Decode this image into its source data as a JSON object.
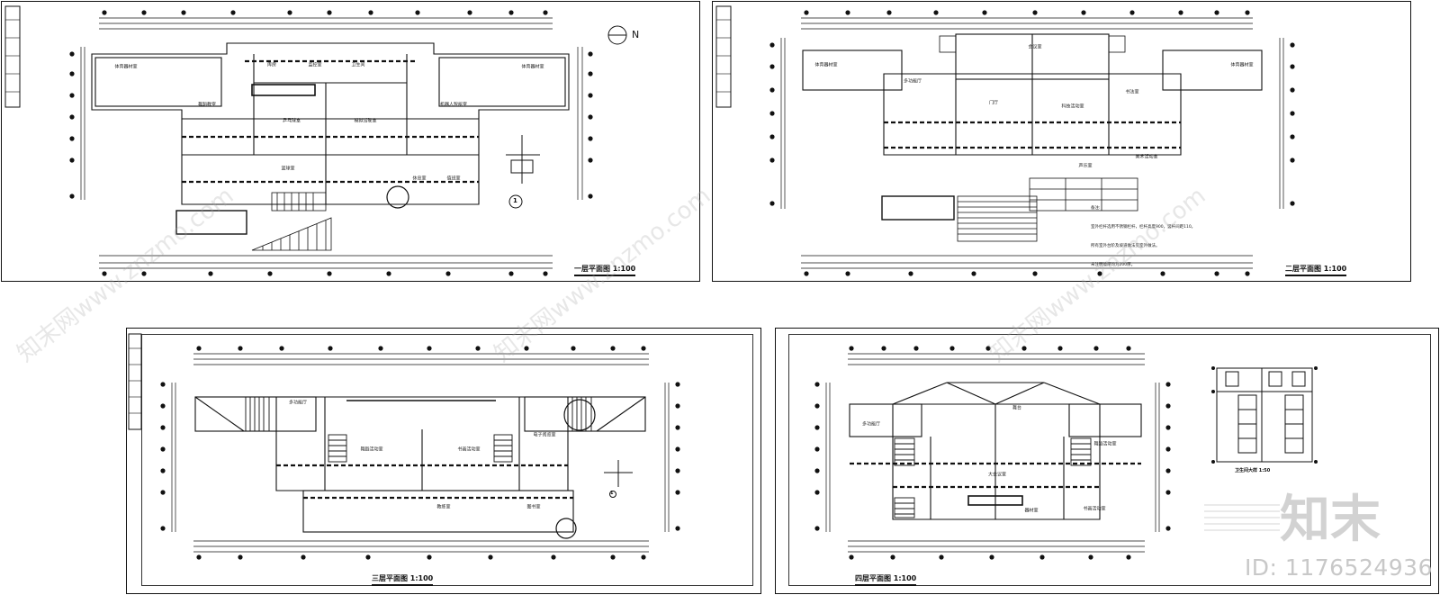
{
  "sheets": [
    {
      "id": "plan-1",
      "title": "一层平面图 1:100",
      "north": "N",
      "detail_mark": "1",
      "rooms": [
        "体育器材室",
        "库房",
        "监控室",
        "卫生间",
        "机器人智能室",
        "体育器材室",
        "舞蹈教室",
        "乒乓球室",
        "模拟驾驶室",
        "篮球室",
        "休息室",
        "值班室"
      ]
    },
    {
      "id": "plan-2",
      "title": "二层平面图 1:100",
      "rooms": [
        "体育器材室",
        "多功能厅",
        "门厅",
        "科技活动室",
        "书法室",
        "体育器材室",
        "会议室",
        "声乐室",
        "美术活动室"
      ],
      "notes": [
        "备注:",
        "室外栏杆选用不锈钢栏杆，栏杆高度900，竖杆间距110。",
        "所有室外台阶及坡道做法见室外做法。",
        "未注明墙厚均为200厚。"
      ]
    },
    {
      "id": "plan-3",
      "title": "三层平面图 1:100",
      "detail_mark": "1",
      "rooms": [
        "多功能厅",
        "舞蹈活动室",
        "书画活动室",
        "电子阅览室",
        "教练室",
        "图书室"
      ]
    },
    {
      "id": "plan-4",
      "title": "四层平面图 1:100",
      "detail_title": "卫生间大样 1:50",
      "rooms": [
        "多功能厅",
        "舞台",
        "大会议室",
        "书画活动室",
        "舞蹈活动室",
        "器材室"
      ]
    }
  ],
  "watermark": {
    "logo": "知末",
    "id_text": "ID: 1176524936",
    "site": "知末网www.znzmo.com"
  }
}
